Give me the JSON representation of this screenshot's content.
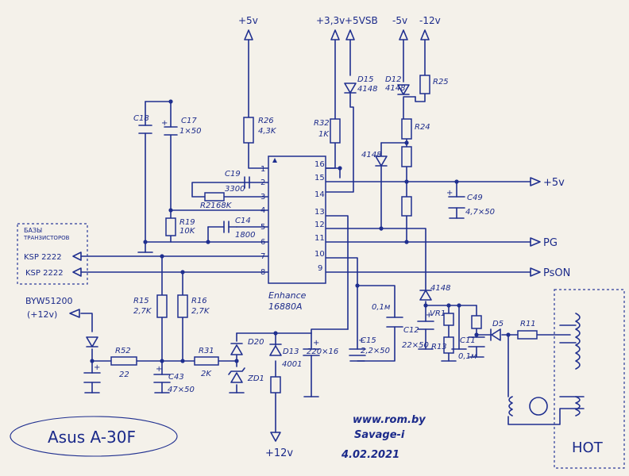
{
  "rails": {
    "p5v": "+5v",
    "p33v": "+3,3v",
    "p5vsb": "+5VSB",
    "m5v": "-5v",
    "m12v": "-12v",
    "p12v": "+12v"
  },
  "ic": {
    "name": "Enhance",
    "part": "16880A",
    "pins_left": [
      "1",
      "2",
      "3",
      "4",
      "5",
      "6",
      "7",
      "8"
    ],
    "pins_right": [
      "16",
      "15",
      "14",
      "13",
      "12",
      "11",
      "10",
      "9"
    ]
  },
  "outputs": {
    "p5v": "+5v",
    "pg": "PG",
    "pson": "PsON"
  },
  "inputs": {
    "box_title_1": "БАЗЫ",
    "box_title_2": "ТРАНЗИСТОРОВ",
    "ksp1": "KSP 2222",
    "ksp2": "KSP 2222",
    "byw": "BYW51200",
    "byw_sub": "(+12v)"
  },
  "components": {
    "c18": "C18",
    "c17": "C17",
    "c17_val": "1×50",
    "r26": "R26",
    "r26_val": "4,3K",
    "r32": "R32",
    "r32_val": "1K",
    "d15": "D15",
    "d15_val": "4148",
    "d12": "D12",
    "d12_val": "4148",
    "r25": "R25",
    "r24": "R24",
    "d_4148_a": "4148",
    "c19": "C19",
    "c19_val": "3300",
    "r21": "R21",
    "r21_val": "68K",
    "c49": "C49",
    "c49_val": "4,7×50",
    "r19": "R19",
    "r19_val": "10K",
    "c14": "C14",
    "c14_val": "1800",
    "d_4148_b": "4148",
    "r15": "R15",
    "r15_val": "2,7K",
    "r16": "R16",
    "r16_val": "2,7K",
    "c15_cap": "0,1м",
    "c15": "C15",
    "c15_val": "2,2×50",
    "vr1": "VR1",
    "r13": "R13",
    "c12": "C12",
    "c12_val": "22×50",
    "c11": "C11",
    "c11_val": "0,1м",
    "d5": "D5",
    "r11": "R11",
    "r52": "R52",
    "r52_val": "22",
    "c43": "C43",
    "c43_val": "47×50",
    "r31": "R31",
    "r31_val": "2K",
    "zd1": "ZD1",
    "d20": "D20",
    "d13": "D13",
    "d13_val": "4001",
    "c220": "220×16"
  },
  "hot_label": "HOT",
  "device": "Asus  A-30F",
  "footer": {
    "site": "www.rom.by",
    "author": "Savage-i",
    "date": "4.02.2021"
  }
}
